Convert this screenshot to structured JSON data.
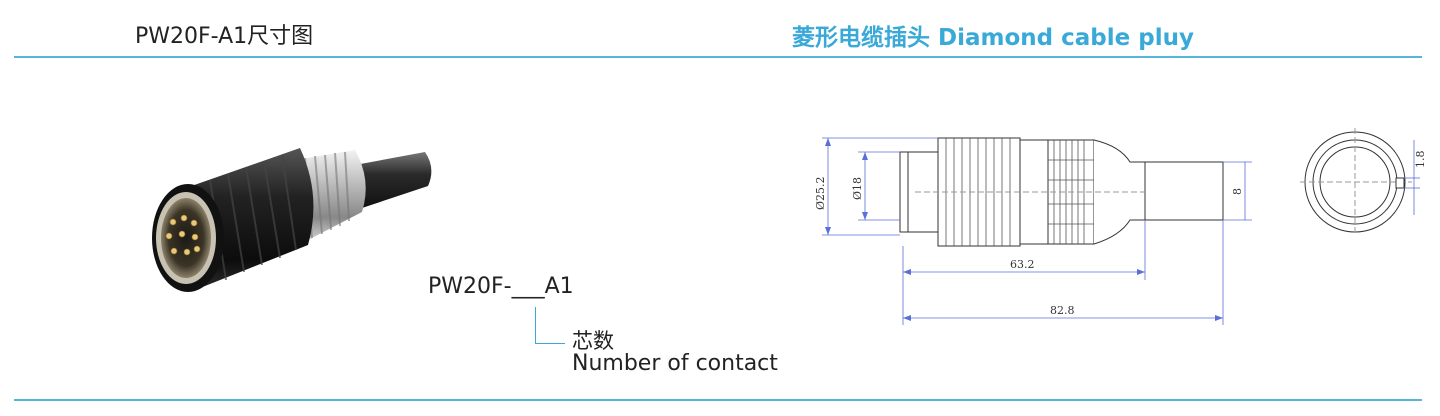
{
  "header": {
    "left_title": "PW20F-A1尺寸图",
    "right_title": "菱形电缆插头 Diamond cable pluy"
  },
  "part_number": {
    "code": "PW20F-___A1",
    "note_cn": "芯数",
    "note_en": "Number of contact"
  },
  "drawing": {
    "dim_outer_dia": "Ø25.2",
    "dim_inner_dia": "Ø18",
    "dim_cable": "8",
    "dim_key": "1.8",
    "dim_body_length": "63.2",
    "dim_total_length": "82.8"
  },
  "colors": {
    "accent": "#39a9d8",
    "dimension_lines": "#5a6fd8"
  }
}
